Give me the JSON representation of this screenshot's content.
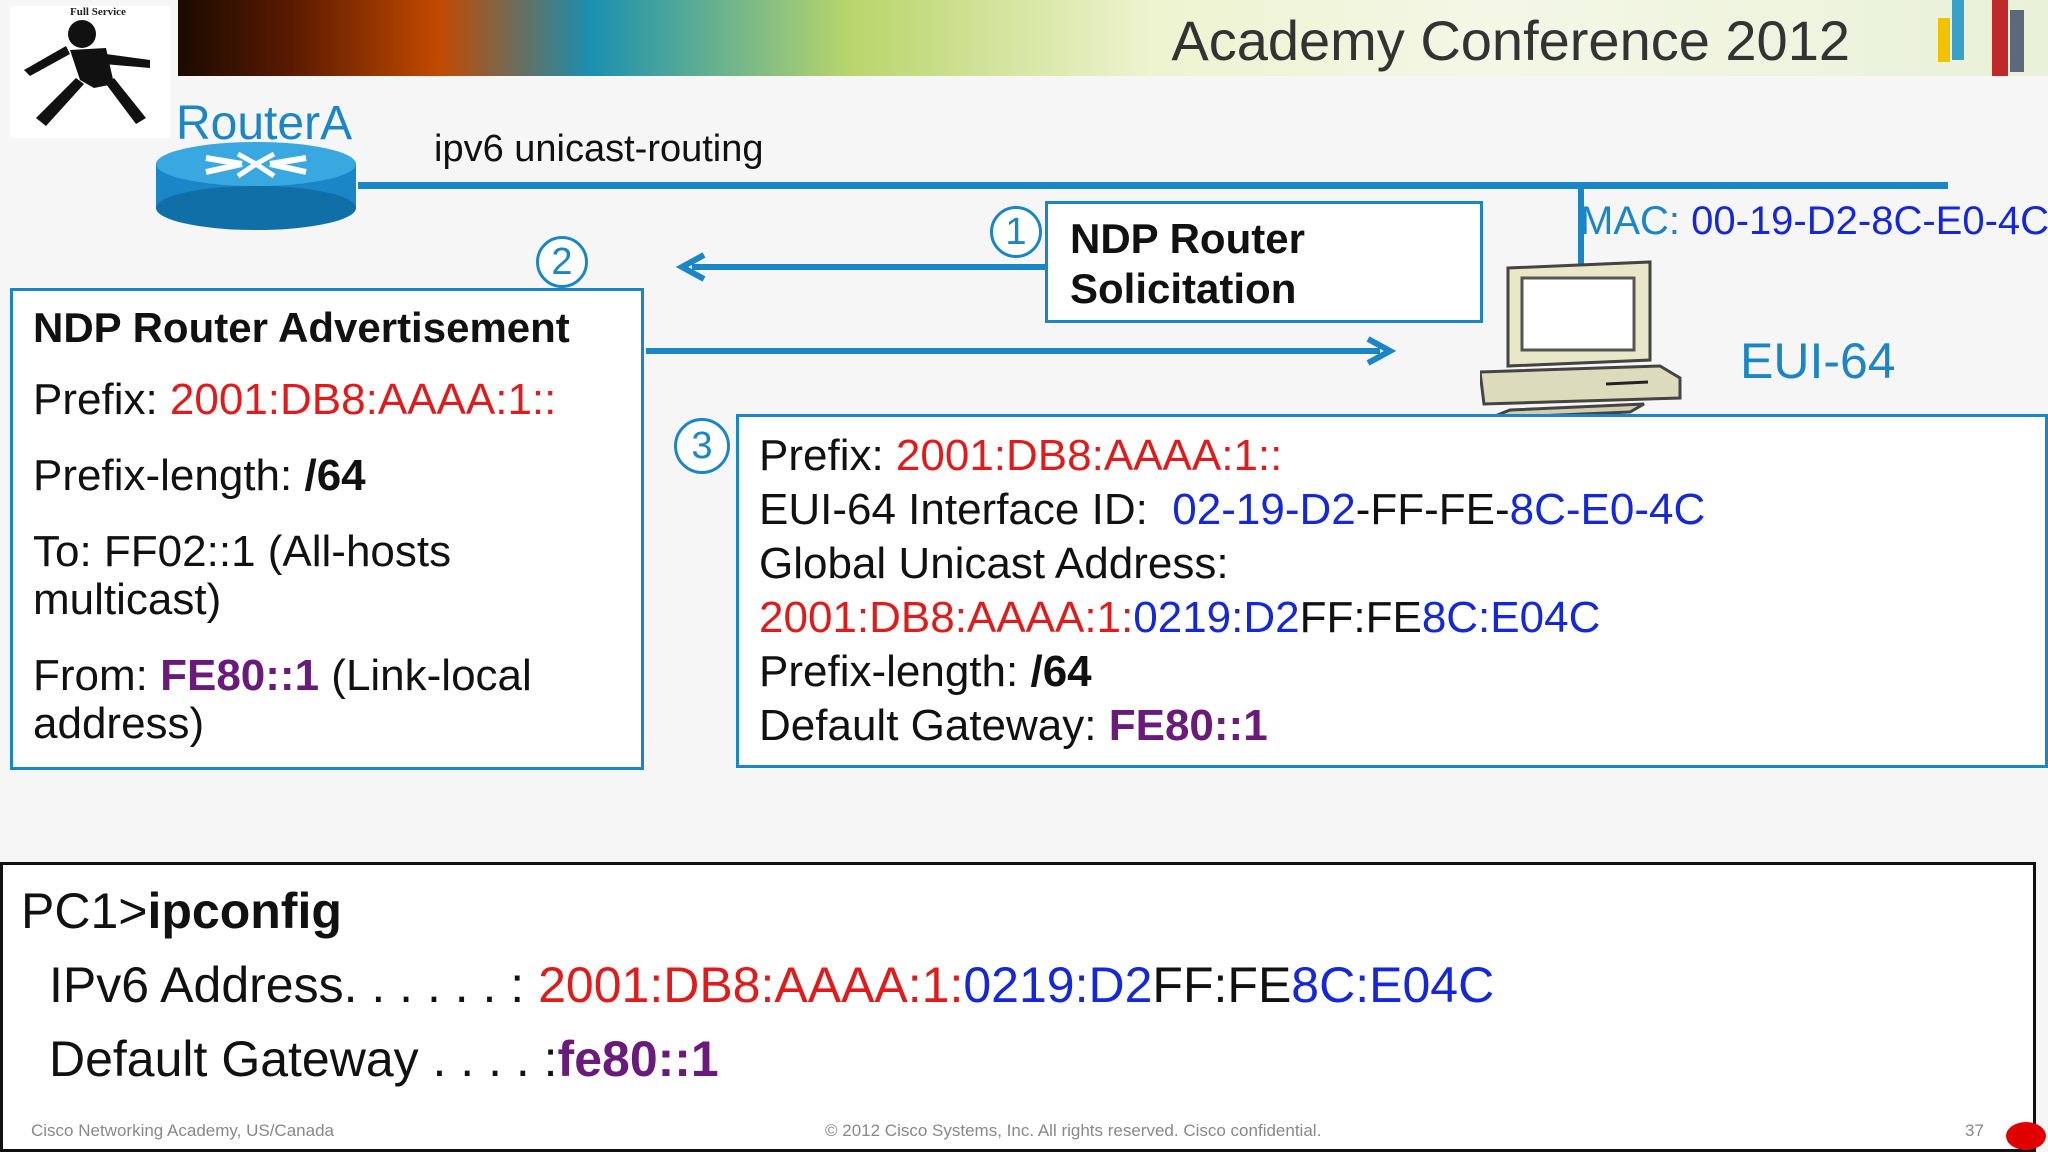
{
  "header": {
    "banner_title": "Academy Conference 2012",
    "logo_text": "Full Service"
  },
  "diagram": {
    "router_label": "RouterA",
    "command": "ipv6 unicast-routing",
    "mac_label": "MAC: ",
    "mac_value": "00-19-D2-8C-E0-4C",
    "eui_label": "EUI-64",
    "step1": "1",
    "step2": "2",
    "step3": "3",
    "solicitation_line1": "NDP Router",
    "solicitation_line2": "Solicitation",
    "advertisement": {
      "title": "NDP Router Advertisement",
      "prefix_label": "Prefix: ",
      "prefix_value": "2001:DB8:AAAA:1::",
      "plen_label": "Prefix-length: ",
      "plen_value": "/64",
      "to_line1": "To: FF02::1 (All-hosts",
      "to_line2": "multicast)",
      "from_label": "From: ",
      "from_value": "FE80::1",
      "from_suffix": " (Link-local",
      "from_line2": "address)"
    },
    "result": {
      "prefix_label": "Prefix: ",
      "prefix_value": "2001:DB8:AAAA:1::",
      "eui_label": "EUI-64 Interface ID:  ",
      "eui_p1": "02-19-D2",
      "eui_p2": "-FF-FE-",
      "eui_p3": "8C-E0-4C",
      "gua_label": "Global Unicast Address:",
      "gua_p1": "2001:DB8:AAAA:1:",
      "gua_p2": "0219:D2",
      "gua_p3": "FF:FE",
      "gua_p4": "8C:E04C",
      "plen_label": "Prefix-length: ",
      "plen_value": "/64",
      "gw_label": "Default Gateway: ",
      "gw_value": "FE80::1"
    }
  },
  "terminal": {
    "prompt": "PC1>",
    "command": "ipconfig",
    "ipv6_label": "IPv6 Address. . . . . . : ",
    "ipv6_p1": "2001:DB8:AAAA:1:",
    "ipv6_p2": "0219:D2",
    "ipv6_p3": "FF:FE",
    "ipv6_p4": "8C:E04C",
    "gw_label": "Default Gateway . . . . :",
    "gw_value": "fe80::1"
  },
  "footer": {
    "left": "Cisco Networking Academy, US/Canada",
    "center": "© 2012 Cisco Systems, Inc. All rights reserved. Cisco confidential.",
    "page": "37"
  },
  "colors": {
    "accent": "#1a86c7",
    "prefix_red": "#e01b1b",
    "interface_blue": "#1428d8",
    "gateway_purple": "#6a1a7a"
  }
}
